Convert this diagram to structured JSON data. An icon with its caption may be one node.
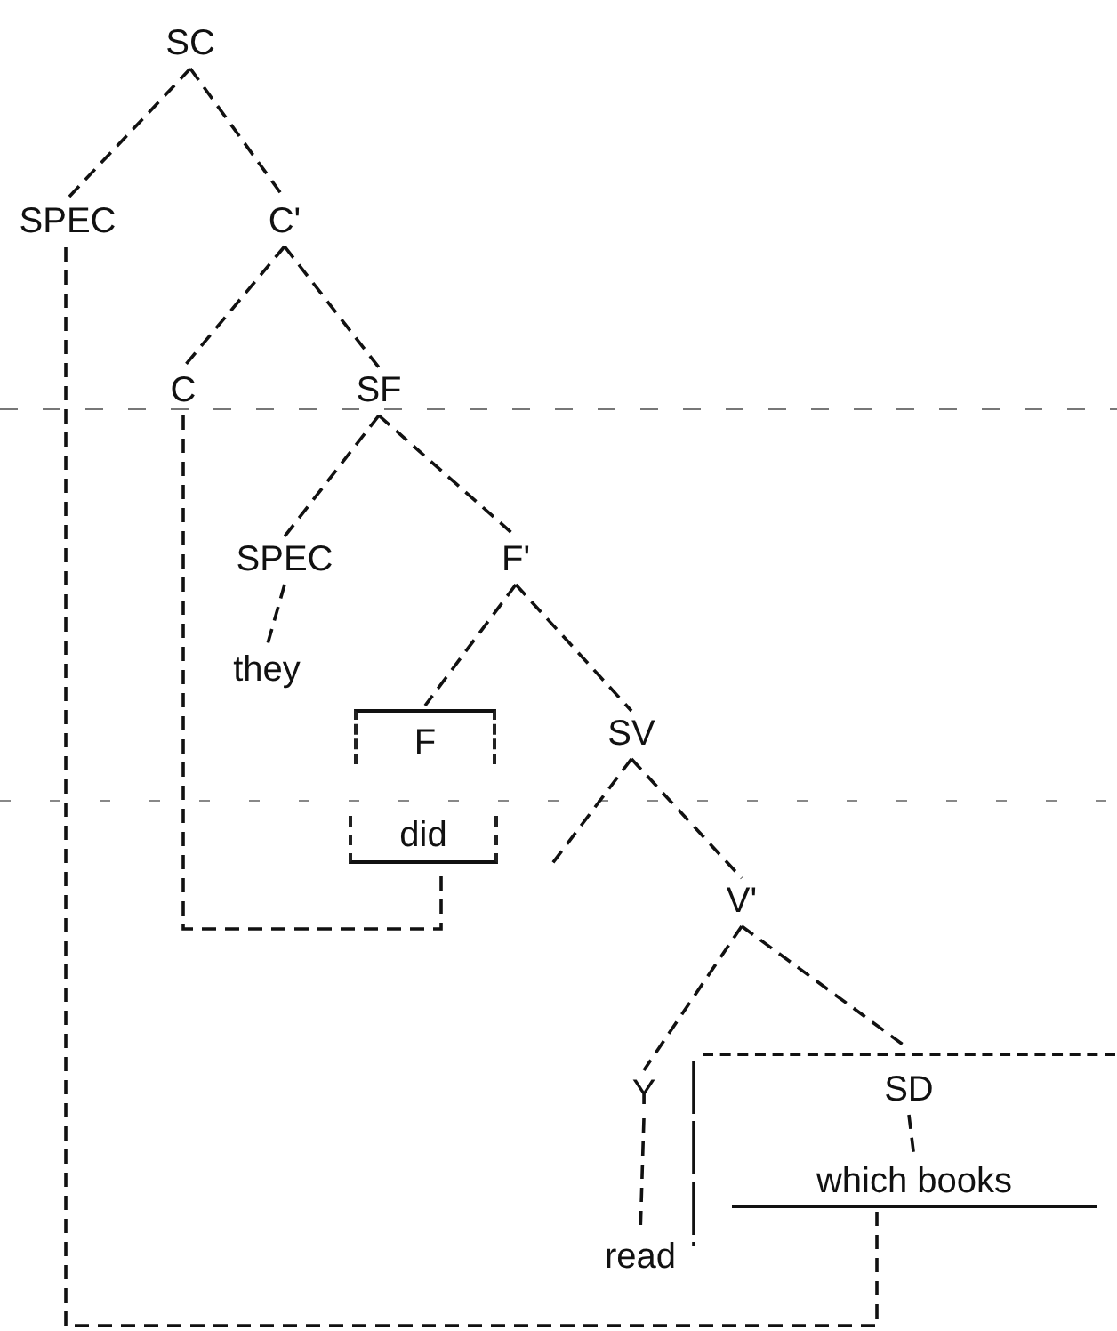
{
  "diagram": {
    "nodes": [
      {
        "text": [
          "SC"
        ]
      },
      {
        "text": [
          "SPEC"
        ]
      },
      {
        "text": [
          "C'"
        ]
      },
      {
        "text": [
          "C"
        ]
      },
      {
        "text": [
          "SF"
        ]
      },
      {
        "text": [
          "SPEC"
        ]
      },
      {
        "text": [
          "F'"
        ]
      },
      {
        "text": [
          "they"
        ]
      },
      {
        "text": [
          "F"
        ]
      },
      {
        "text": [
          "did"
        ]
      },
      {
        "text": [
          "SV"
        ]
      },
      {
        "text": [
          "V'"
        ]
      },
      {
        "text": [
          "Y"
        ]
      },
      {
        "text": [
          "SD"
        ]
      },
      {
        "text": [
          "read"
        ]
      },
      {
        "text": [
          "which books"
        ]
      }
    ],
    "edges": [
      {
        "from": 0,
        "to": 1,
        "arrow": "none"
      },
      {
        "from": 0,
        "to": 2,
        "arrow": "none"
      },
      {
        "from": 2,
        "to": 3,
        "arrow": "none"
      },
      {
        "from": 2,
        "to": 4,
        "arrow": "none"
      },
      {
        "from": 4,
        "to": 5,
        "arrow": "none"
      },
      {
        "from": 4,
        "to": 6,
        "arrow": "none"
      },
      {
        "from": 5,
        "to": 7,
        "arrow": "none"
      },
      {
        "from": 6,
        "to": 8,
        "arrow": "none"
      },
      {
        "from": 6,
        "to": 10,
        "arrow": "none"
      },
      {
        "from": 10,
        "to": null,
        "arrow": "none"
      },
      {
        "from": 10,
        "to": 11,
        "arrow": "none"
      },
      {
        "from": 11,
        "to": 12,
        "arrow": "none"
      },
      {
        "from": 11,
        "to": 13,
        "arrow": "none"
      },
      {
        "from": 12,
        "to": 14,
        "arrow": "none"
      },
      {
        "from": 13,
        "to": 15,
        "arrow": "none"
      },
      {
        "from": 15,
        "to": 1,
        "arrow": "none"
      },
      {
        "from": 3,
        "to": 9,
        "arrow": "none"
      }
    ]
  }
}
